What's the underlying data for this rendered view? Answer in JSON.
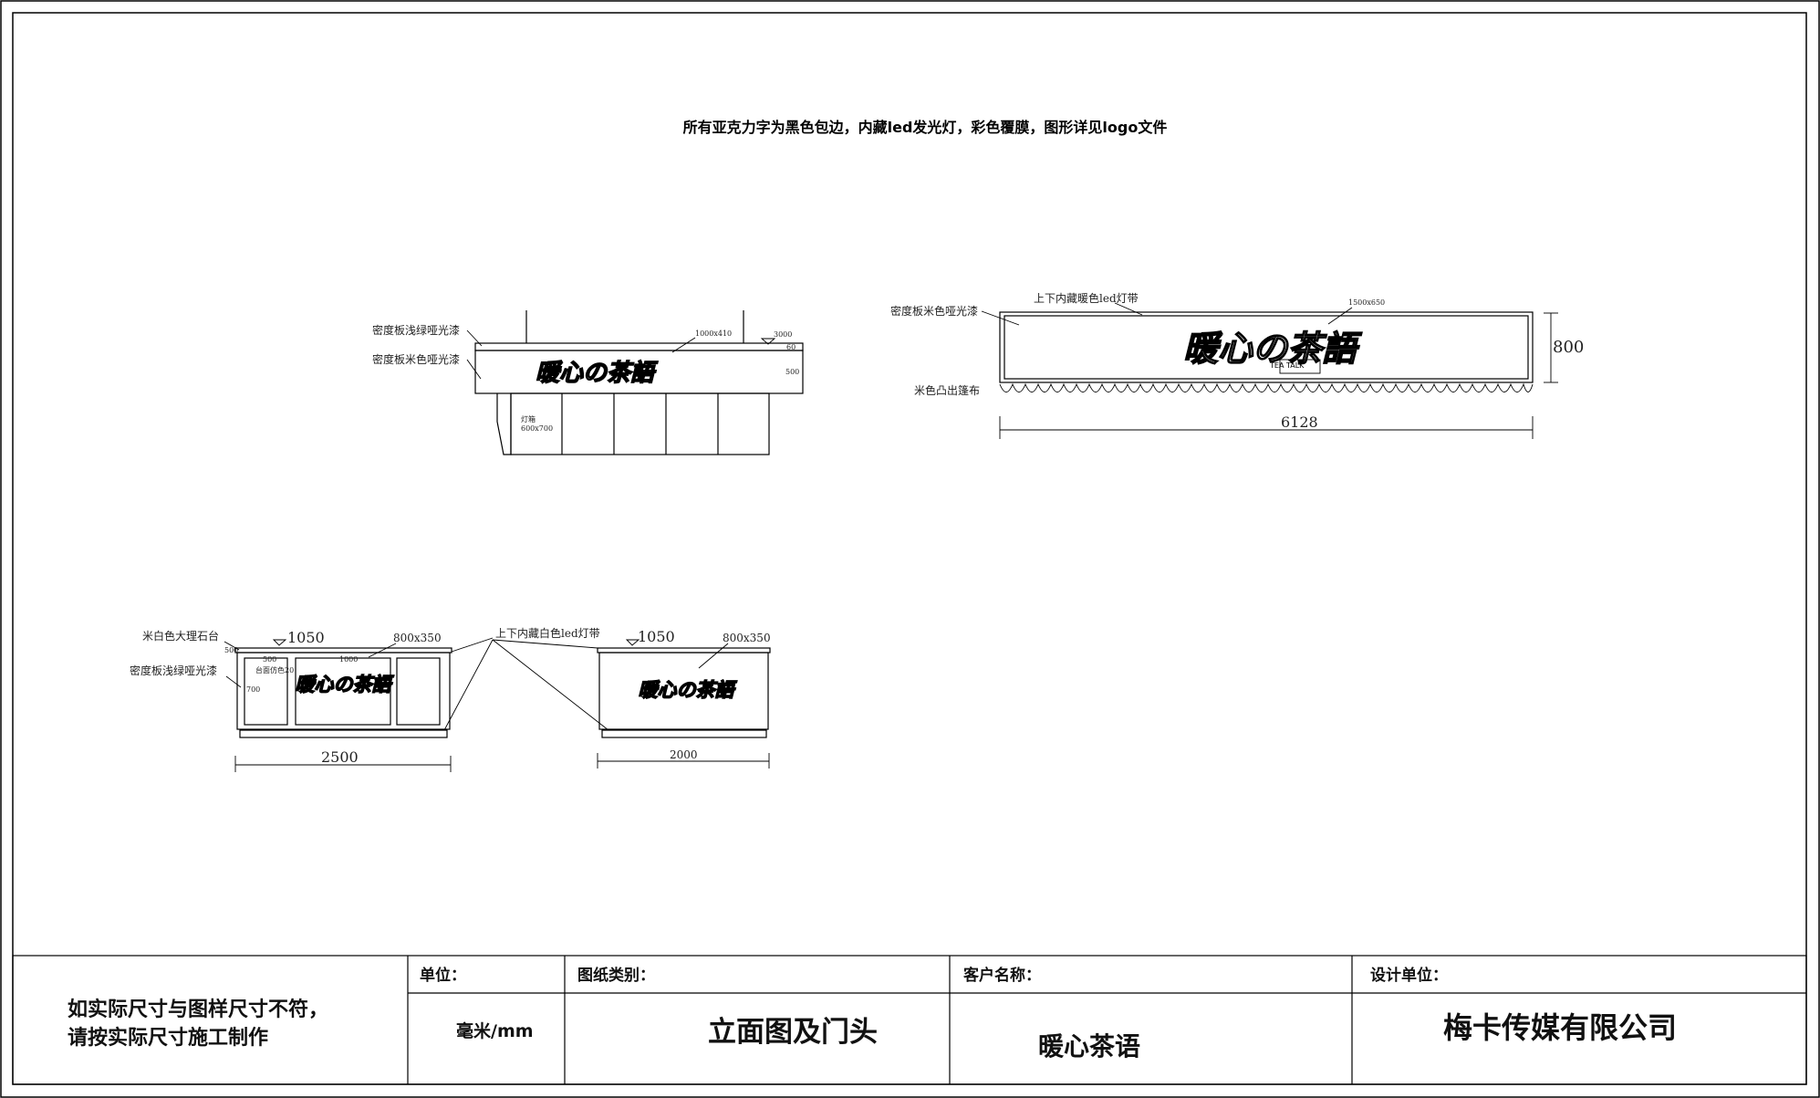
{
  "header_note": "所有亚克力字为黑色包边，内藏led发光灯，彩色覆膜，图形详见logo文件",
  "logo_text": "暖心の茶語",
  "kiosk": {
    "label_top": "密度板浅绿哑光漆",
    "label_board": "密度板米色哑光漆",
    "box_size": "1000x410",
    "dim_3000": "3000",
    "dim_60": "60",
    "dim_500": "500",
    "lightbox_label": "灯箱",
    "lightbox_size": "600x700"
  },
  "storefront": {
    "label_board": "密度板米色哑光漆",
    "label_led": "上下内藏暖色led灯带",
    "logo_size": "1500x650",
    "tagline": "TEA TALK",
    "label_awning": "米色凸出篷布",
    "width": "6128",
    "height": "800"
  },
  "counter_a": {
    "label_marble": "米白色大理石台",
    "label_board": "密度板浅绿哑光漆",
    "label_led": "上下内藏白色led灯带",
    "height": "1050",
    "logo_size": "800x350",
    "small_1": "500",
    "small_2": "500",
    "small_3": "1000",
    "small_4": "700",
    "small_5": "台面仿色20",
    "width": "2500"
  },
  "counter_b": {
    "height": "1050",
    "logo_size": "800x350",
    "width": "2000"
  },
  "title_block": {
    "disclaimer_line1": "如实际尺寸与图样尺寸不符，",
    "disclaimer_line2": "请按实际尺寸施工制作",
    "unit_label": "单位：",
    "unit_value": "毫米/mm",
    "type_label": "图纸类别：",
    "type_value": "立面图及门头",
    "client_label": "客户名称：",
    "client_value": "暖心茶语",
    "designer_label": "设计单位：",
    "designer_value": "梅卡传媒有限公司"
  }
}
